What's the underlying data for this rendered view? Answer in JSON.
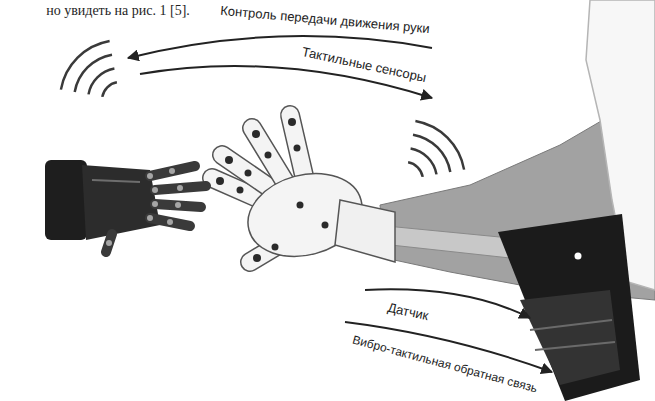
{
  "diagram": {
    "labels": [
      "но увидеть на рис. 1 [5].",
      "Контроль передачи движения руки",
      "Тактильные сенсоры",
      "Датчик",
      "Вибро-тактильная обратная связь"
    ]
  }
}
